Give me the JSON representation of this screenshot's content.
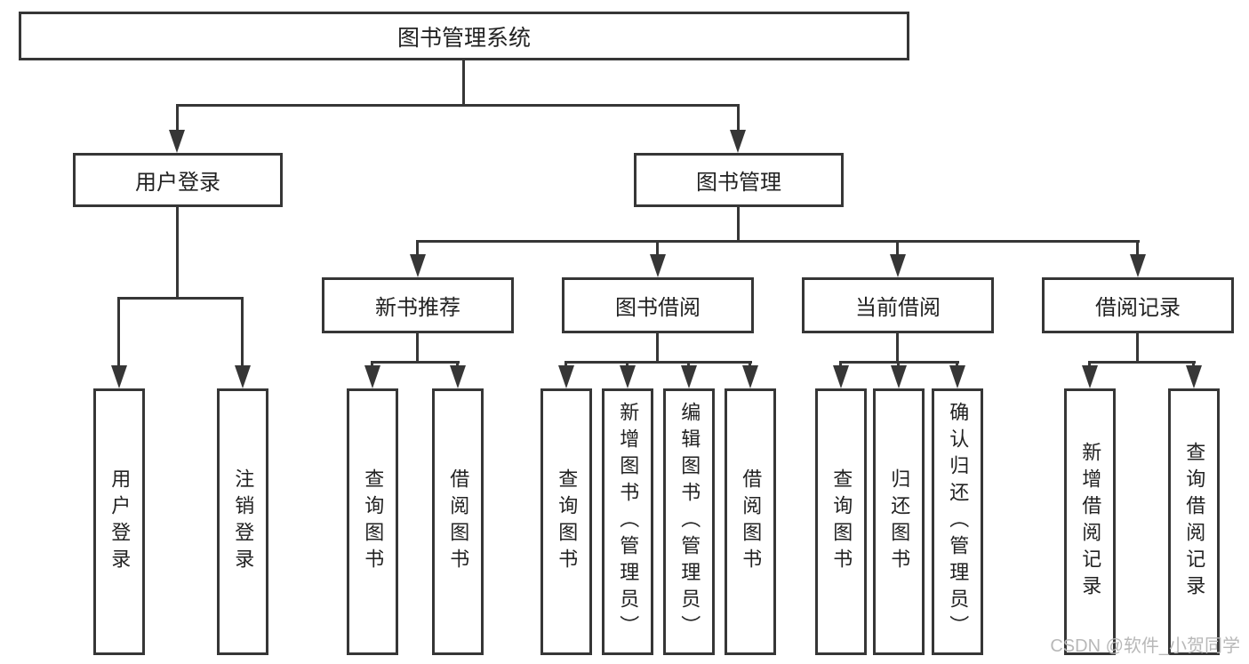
{
  "tree": {
    "root": {
      "label": "图书管理系统",
      "children": [
        {
          "label": "用户登录",
          "children": [
            {
              "label": "用户登录"
            },
            {
              "label": "注销登录"
            }
          ]
        },
        {
          "label": "图书管理",
          "children": [
            {
              "label": "新书推荐",
              "children": [
                {
                  "label": "查询图书"
                },
                {
                  "label": "借阅图书"
                }
              ]
            },
            {
              "label": "图书借阅",
              "children": [
                {
                  "label": "查询图书"
                },
                {
                  "label": "新增图书（管理员）"
                },
                {
                  "label": "编辑图书（管理员）"
                },
                {
                  "label": "借阅图书"
                }
              ]
            },
            {
              "label": "当前借阅",
              "children": [
                {
                  "label": "查询图书"
                },
                {
                  "label": "归还图书"
                },
                {
                  "label": "确认归还（管理员）"
                }
              ]
            },
            {
              "label": "借阅记录",
              "children": [
                {
                  "label": "新增借阅记录"
                },
                {
                  "label": "查询借阅记录"
                }
              ]
            }
          ]
        }
      ]
    }
  },
  "watermark": {
    "text": "CSDN @软件_小贺同学"
  },
  "colors": {
    "line": "#363636",
    "text": "#222222",
    "watermark": "#b8b8b8",
    "background": "#ffffff"
  }
}
